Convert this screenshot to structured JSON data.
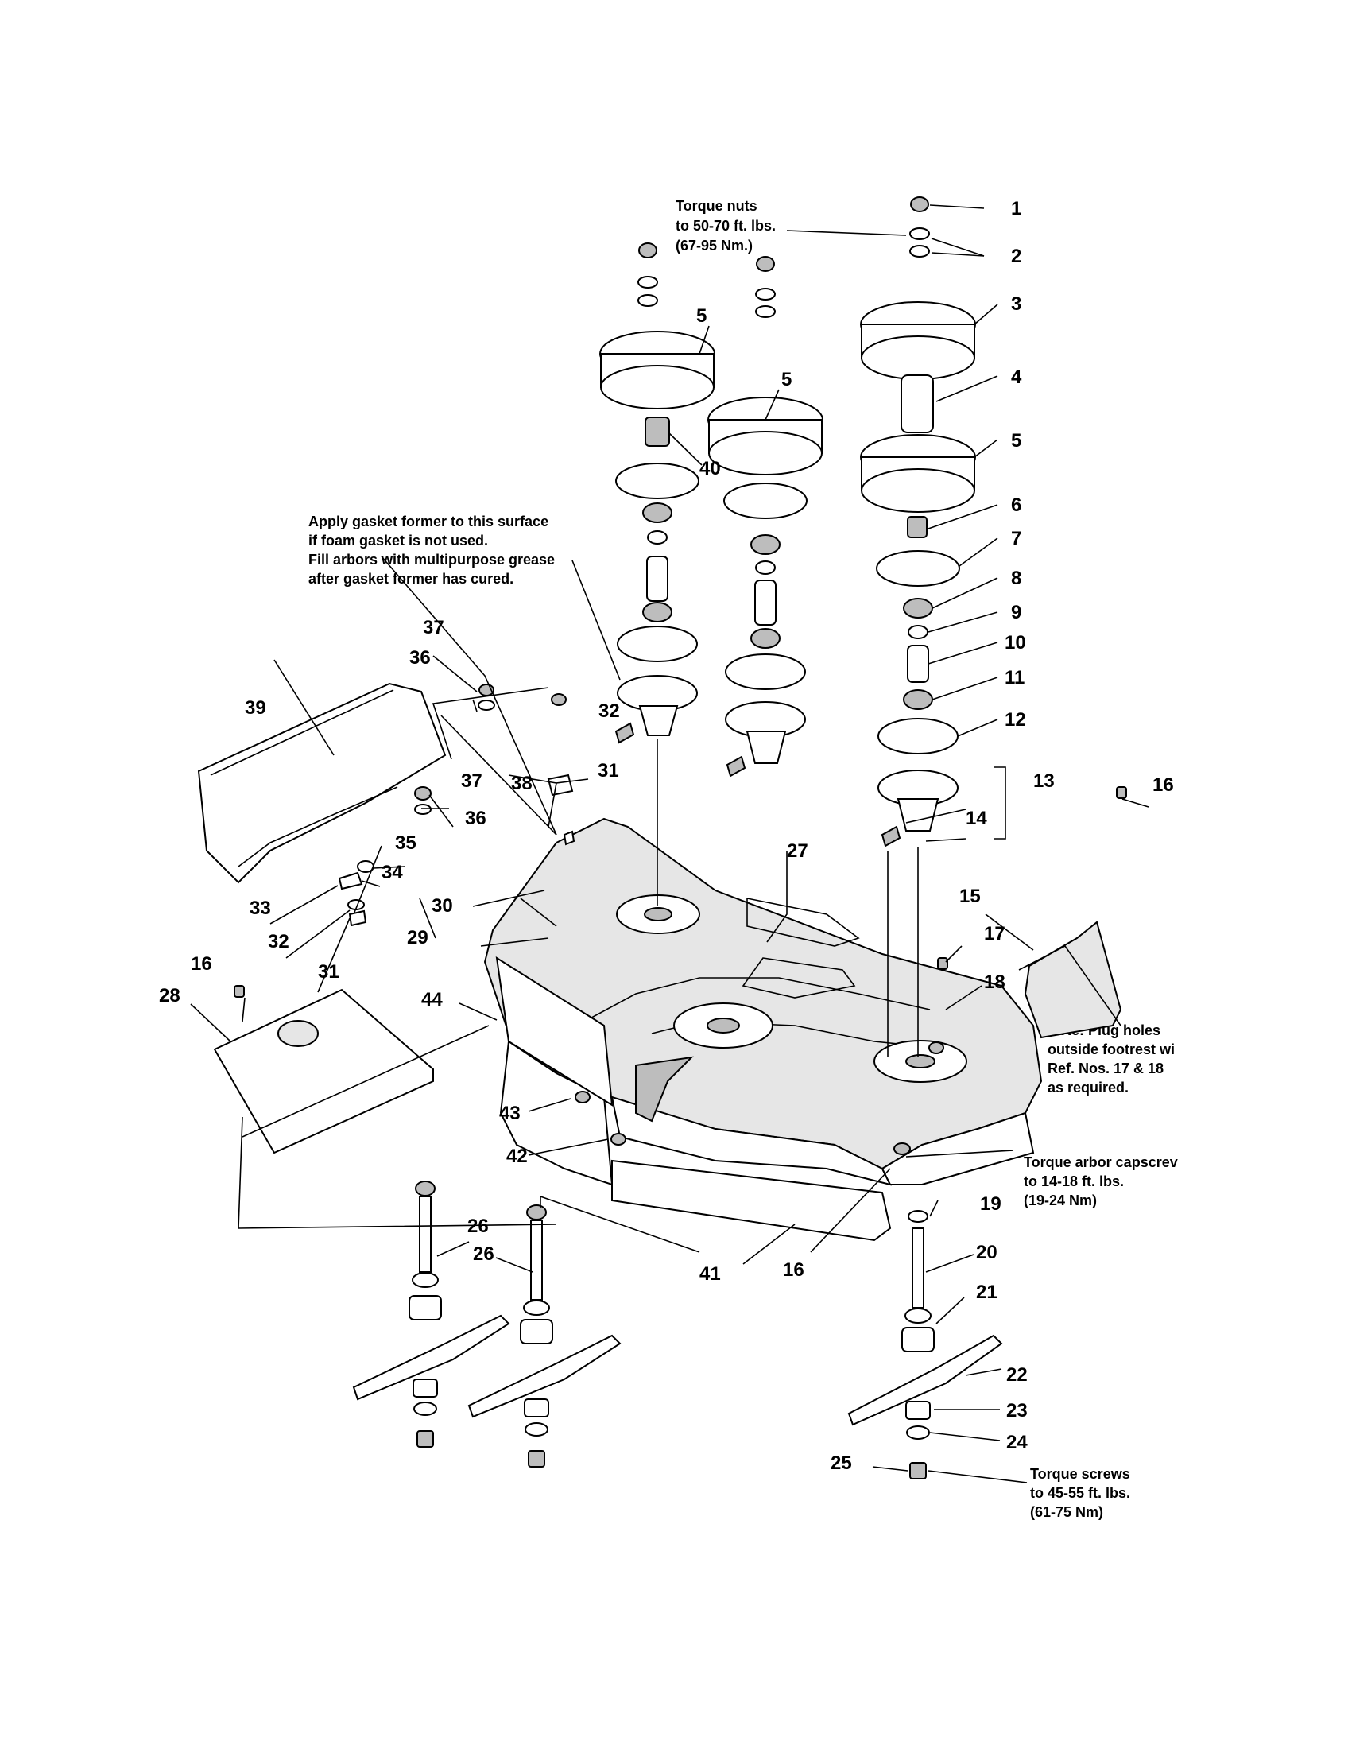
{
  "diagram": {
    "callouts": [
      "1",
      "2",
      "3",
      "4",
      "5",
      "5",
      "5",
      "6",
      "7",
      "8",
      "9",
      "10",
      "11",
      "12",
      "13",
      "14",
      "15",
      "16",
      "16",
      "16",
      "17",
      "18",
      "19",
      "20",
      "21",
      "22",
      "23",
      "24",
      "25",
      "26",
      "26",
      "27",
      "28",
      "29",
      "30",
      "31",
      "31",
      "32",
      "32",
      "33",
      "34",
      "35",
      "36",
      "36",
      "37",
      "37",
      "38",
      "39",
      "40",
      "41",
      "42",
      "43",
      "44"
    ],
    "notes": {
      "torque_nuts": [
        "Torque nuts",
        "to 50-70 ft. lbs.",
        "(67-95 Nm.)"
      ],
      "gasket": [
        "Apply gasket former to this surface",
        "if foam gasket is not used.",
        "Fill arbors with multipurpose grease",
        "after gasket former has cured."
      ],
      "plug_holes": [
        "Note: Plug holes",
        "outside footrest wi",
        "Ref. Nos. 17 & 18",
        "as required."
      ],
      "torque_arbor": [
        "Torque arbor capscrev",
        "to 14-18 ft. lbs.",
        "(19-24 Nm)"
      ],
      "torque_screws": [
        "Torque screws",
        "to 45-55 ft. lbs.",
        "(61-75 Nm)"
      ]
    }
  }
}
